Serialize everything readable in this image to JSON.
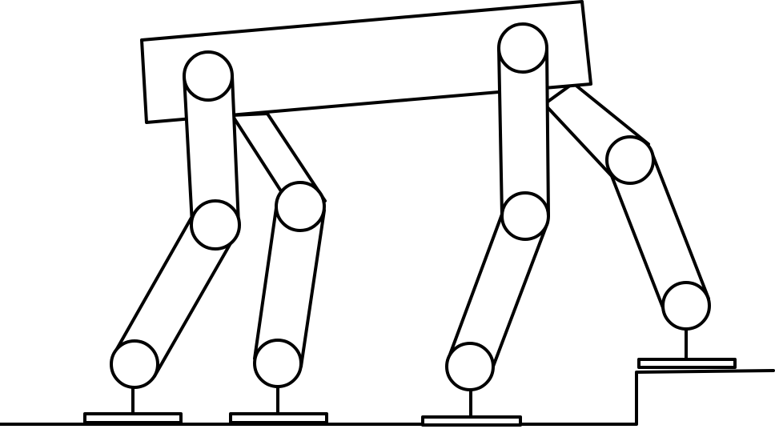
{
  "figure": {
    "stroke_color": "#000000",
    "fill_color": "#ffffff",
    "background": "#ffffff"
  },
  "parts": {
    "body": "robot-body",
    "legs": [
      "rear-far-leg",
      "rear-near-leg",
      "front-near-leg",
      "front-far-leg"
    ],
    "terrain": [
      "ground-line",
      "step"
    ]
  }
}
